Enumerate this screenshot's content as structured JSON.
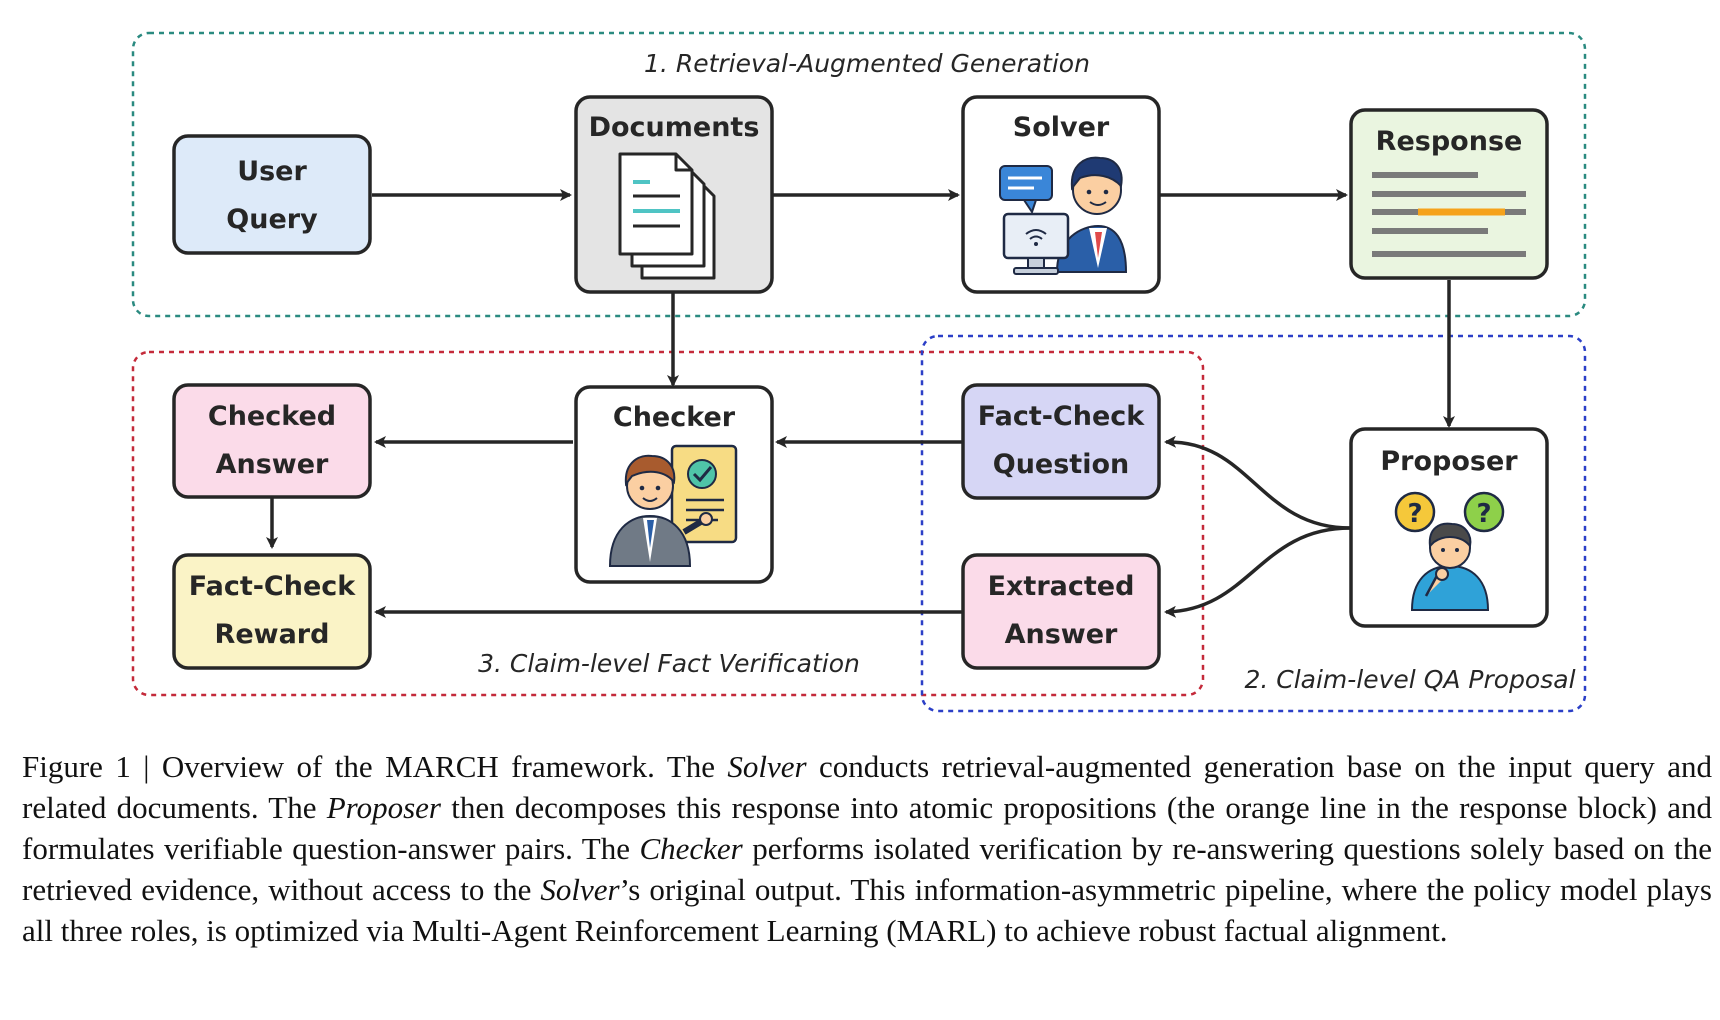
{
  "regions": {
    "rag": "1. Retrieval-Augmented Generation",
    "qa_proposal": "2. Claim-level QA Proposal",
    "verification": "3. Claim-level Fact Verification"
  },
  "nodes": {
    "user_query": [
      "User",
      "Query"
    ],
    "documents": "Documents",
    "solver": "Solver",
    "response": "Response",
    "proposer": "Proposer",
    "checker": "Checker",
    "fact_check_question": [
      "Fact-Check",
      "Question"
    ],
    "extracted_answer": [
      "Extracted",
      "Answer"
    ],
    "checked_answer": [
      "Checked",
      "Answer"
    ],
    "fact_check_reward": [
      "Fact-Check",
      "Reward"
    ]
  },
  "colors": {
    "rag_border": "#2a8a80",
    "qa_border": "#2b3fc7",
    "verify_border": "#c42a3a",
    "user_query_fill": "#ddeaf9",
    "documents_fill": "#e4e4e4",
    "response_fill": "#eaf5e0",
    "fact_check_question_fill": "#d6d6f5",
    "extracted_answer_fill": "#fbdbe9",
    "checked_answer_fill": "#fbdbe9",
    "fact_check_reward_fill": "#faf3c6",
    "highlight_orange": "#f5a21b"
  },
  "caption": {
    "t1": "Figure 1 | Overview of the MARCH framework. The ",
    "solver": "Solver",
    "t2": " conducts retrieval-augmented generation base on the input query and related documents. The ",
    "proposer": "Proposer",
    "t3": " then decomposes this response into atomic propositions (the orange line in the response block) and formulates verifiable question-answer pairs. The ",
    "checker": "Checker",
    "t4": " performs isolated verification by re-answering questions solely based on the retrieved evidence, without access to the ",
    "solver2": "Solver",
    "t5": "’s original output. This information-asymmetric pipeline, where the policy model plays all three roles, is optimized via Multi-Agent Reinforcement Learning (MARL) to achieve robust factual alignment."
  }
}
